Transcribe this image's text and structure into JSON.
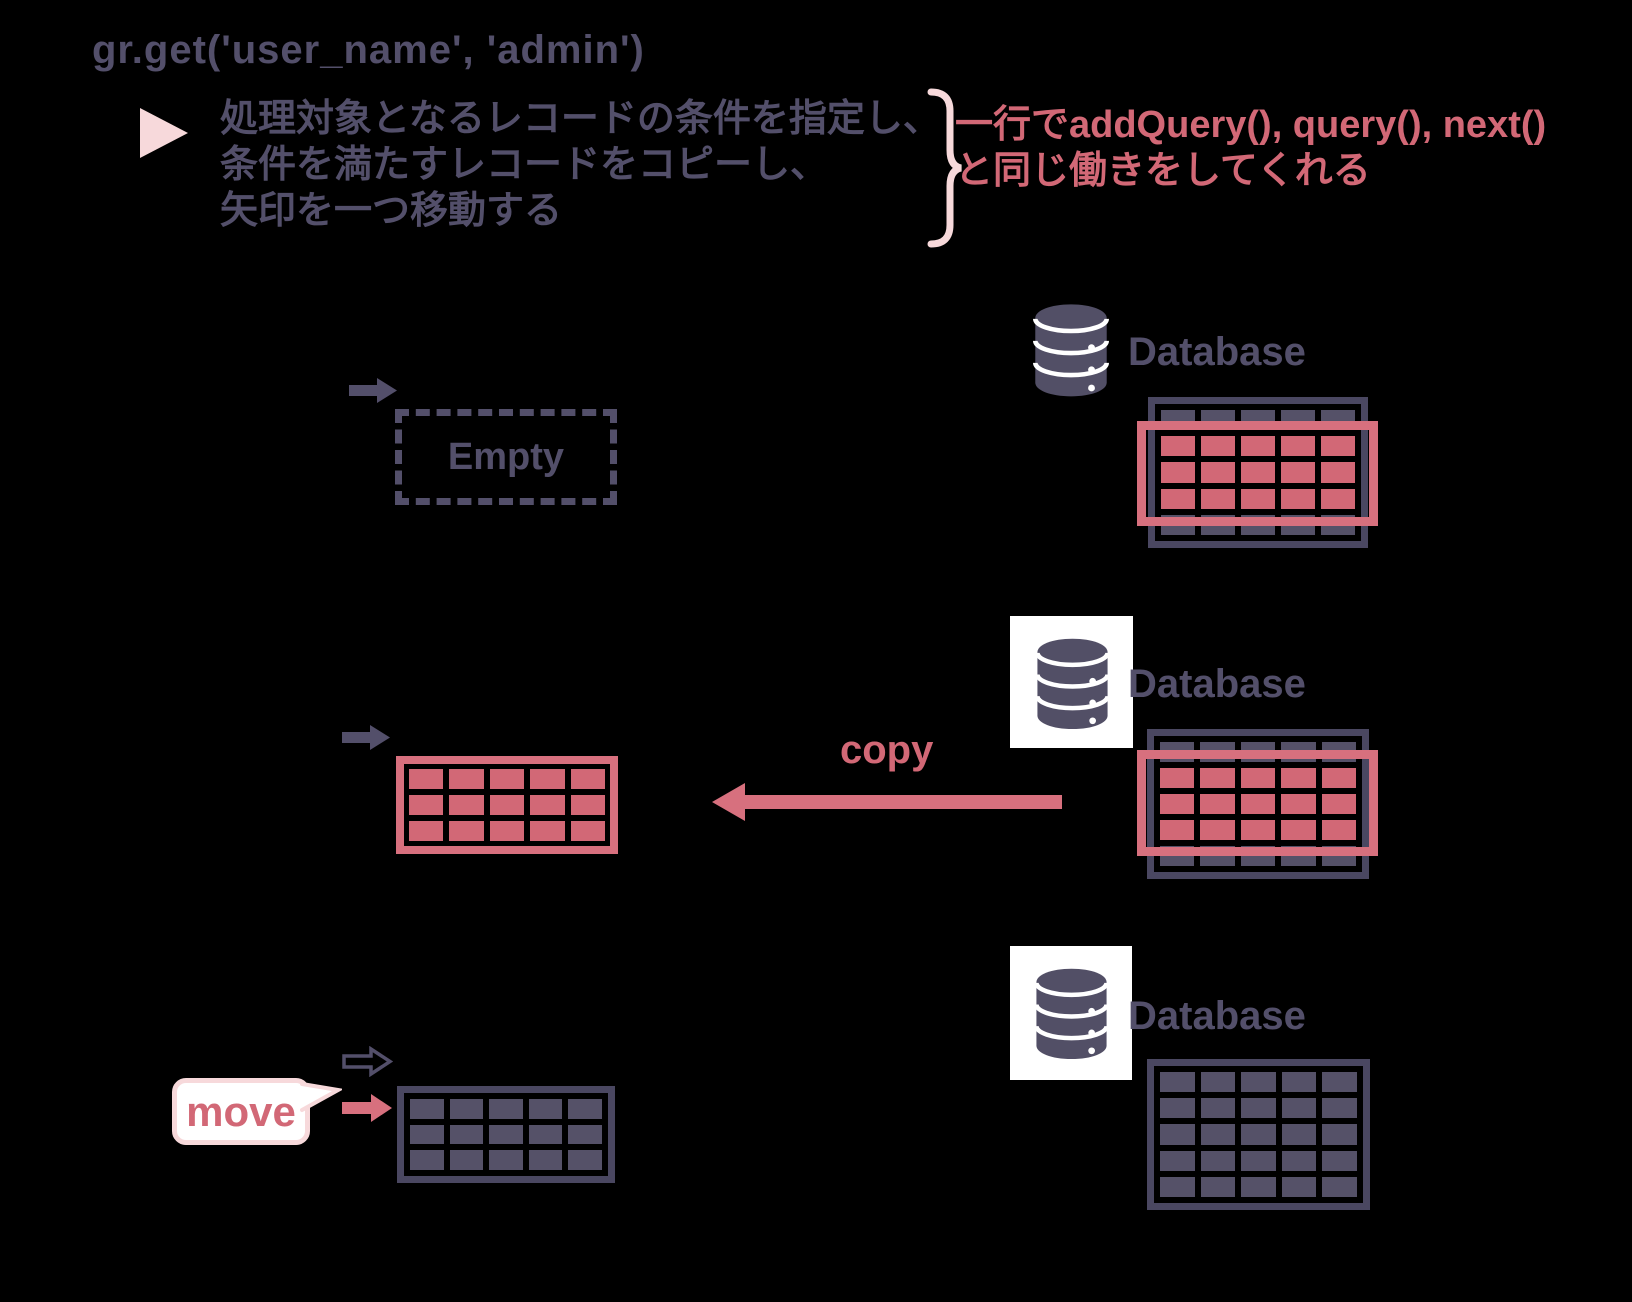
{
  "title": {
    "code": "gr.get('user_name', 'admin')"
  },
  "note": {
    "line1": "処理対象となるレコードの条件を指定し、",
    "line2": "条件を満たすレコードをコピーし、",
    "line3": "矢印を一つ移動する"
  },
  "annotation": {
    "line1": "一行でaddQuery(), query(), next()",
    "line2": "と同じ働きをしてくれる"
  },
  "labels": {
    "database_top": "Database",
    "database_middle": "Database",
    "database_bottom": "Database",
    "empty": "Empty",
    "copy": "copy",
    "move": "move"
  },
  "colors": {
    "dark_text": "#534f6a",
    "table_border_dark": "#4a4761",
    "cell_dark": "#555168",
    "red": "#d26876",
    "red_light": "#d7707e",
    "pink_light": "#f7d9db",
    "white": "#ffffff",
    "background": "#000000"
  },
  "tables": {
    "db_top": {
      "cols": 5,
      "rows": [
        "dark",
        "red",
        "red",
        "red",
        "dark"
      ]
    },
    "db_middle": {
      "cols": 5,
      "rows": [
        "dark",
        "red",
        "red",
        "red",
        "dark"
      ]
    },
    "db_bottom": {
      "cols": 5,
      "rows": [
        "dark",
        "dark",
        "dark",
        "dark",
        "dark"
      ]
    },
    "copied_record": {
      "cols": 5,
      "rows": [
        "red",
        "red",
        "red"
      ]
    },
    "moved_record": {
      "cols": 5,
      "rows": [
        "dark",
        "dark",
        "dark"
      ]
    }
  }
}
